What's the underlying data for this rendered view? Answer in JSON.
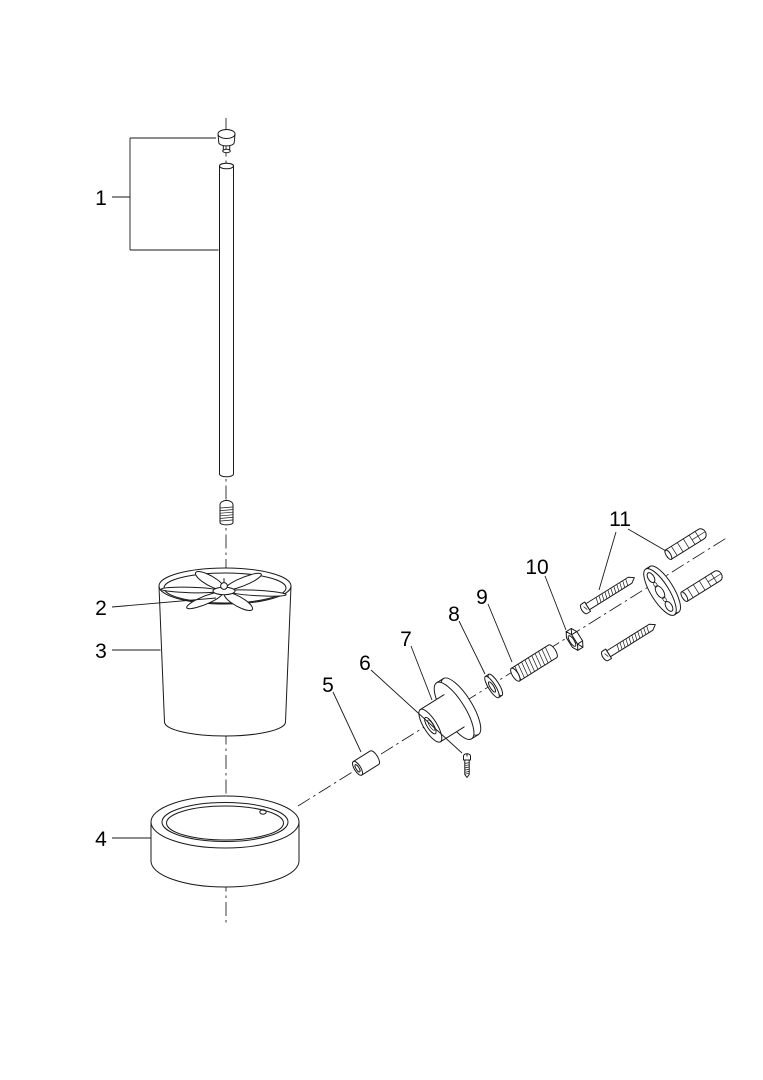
{
  "figure": {
    "background_color": "#ffffff",
    "line_color": "#1a1a1a",
    "callouts": [
      {
        "label": "1"
      },
      {
        "label": "2"
      },
      {
        "label": "3"
      },
      {
        "label": "4"
      },
      {
        "label": "5"
      },
      {
        "label": "6"
      },
      {
        "label": "7"
      },
      {
        "label": "8"
      },
      {
        "label": "9"
      },
      {
        "label": "10"
      },
      {
        "label": "11"
      }
    ]
  }
}
